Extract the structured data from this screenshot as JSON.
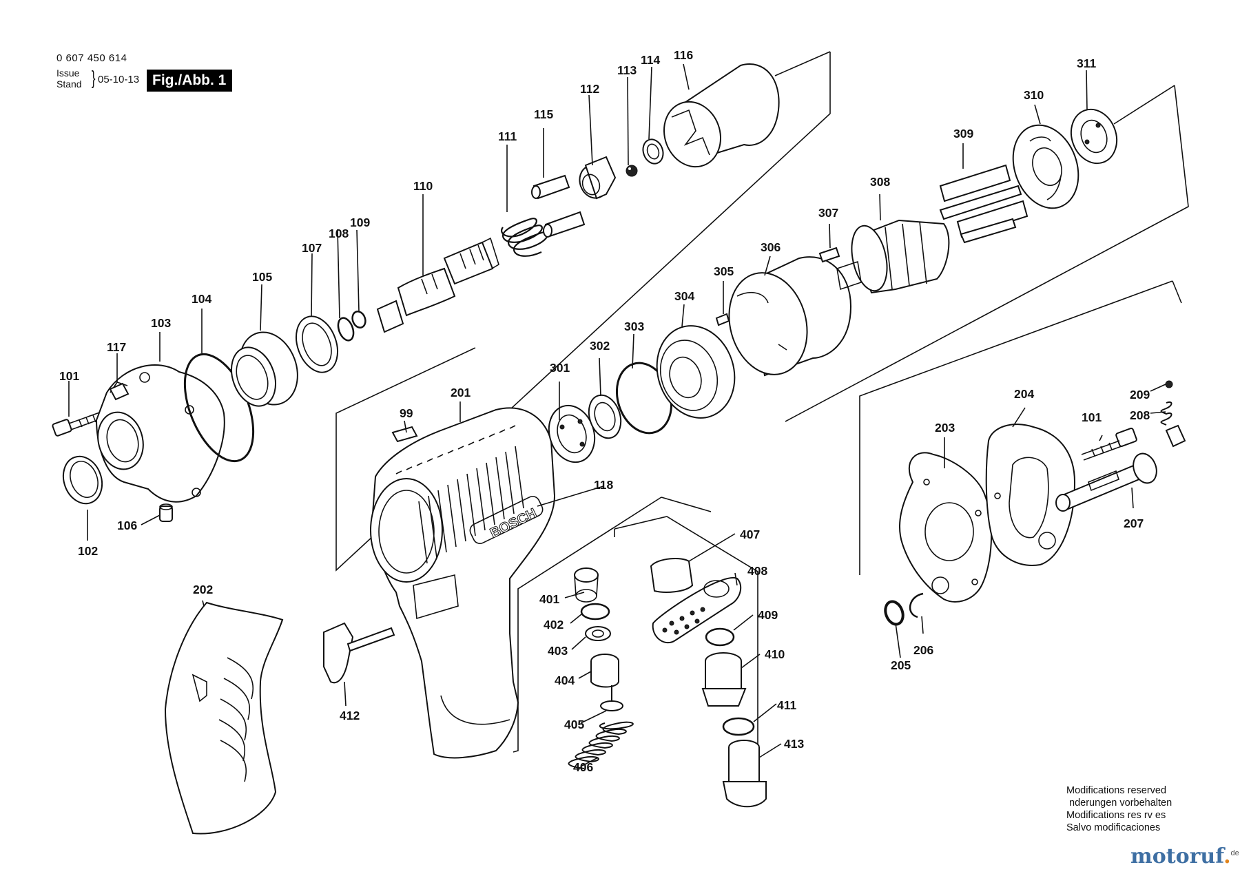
{
  "header": {
    "part_number": "0 607 450 614",
    "issue_label": "Issue",
    "stand_label": "Stand",
    "date": "05-10-13",
    "figure_label": "Fig./Abb. 1"
  },
  "housing_text": "BOSCH",
  "footer": {
    "modifications": [
      "Modifications reserved",
      " nderungen vorbehalten",
      "Modifications res rv es",
      "Salvo modificaciones"
    ],
    "brand": "motoruf",
    "brand_dot": ".",
    "brand_suffix": "de"
  },
  "callouts": {
    "p99": "99",
    "p101a": "101",
    "p102": "102",
    "p103": "103",
    "p104": "104",
    "p105": "105",
    "p106": "106",
    "p107": "107",
    "p108": "108",
    "p109": "109",
    "p110": "110",
    "p111": "111",
    "p112": "112",
    "p113": "113",
    "p114": "114",
    "p115": "115",
    "p116": "116",
    "p117": "117",
    "p118": "118",
    "p201": "201",
    "p202": "202",
    "p203": "203",
    "p204": "204",
    "p205": "205",
    "p206": "206",
    "p207": "207",
    "p208": "208",
    "p209": "209",
    "p101b": "101",
    "p301": "301",
    "p302": "302",
    "p303": "303",
    "p304": "304",
    "p305": "305",
    "p306": "306",
    "p307": "307",
    "p308": "308",
    "p309": "309",
    "p310": "310",
    "p311": "311",
    "p401": "401",
    "p402": "402",
    "p403": "403",
    "p404": "404",
    "p405": "405",
    "p406": "406",
    "p407": "407",
    "p408": "408",
    "p409": "409",
    "p410": "410",
    "p411": "411",
    "p412": "412",
    "p413": "413"
  }
}
